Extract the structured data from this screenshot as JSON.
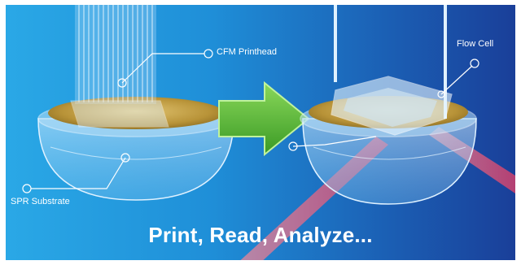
{
  "labels": {
    "printhead": "CFM Printhead",
    "flow_cell": "Flow Cell",
    "substrate": "SPR Substrate"
  },
  "tagline": "Print, Read, Analyze...",
  "colors": {
    "background_left": "#2aa8e6",
    "background_right": "#1a3f99",
    "gold_substrate": "#c9a84c",
    "arrow_green": "#4db433",
    "laser_red": "#ff5a6e"
  },
  "icons": [
    "printhead-capillaries",
    "flow-cell",
    "right-arrow",
    "laser-beam",
    "hemisphere-prism"
  ]
}
